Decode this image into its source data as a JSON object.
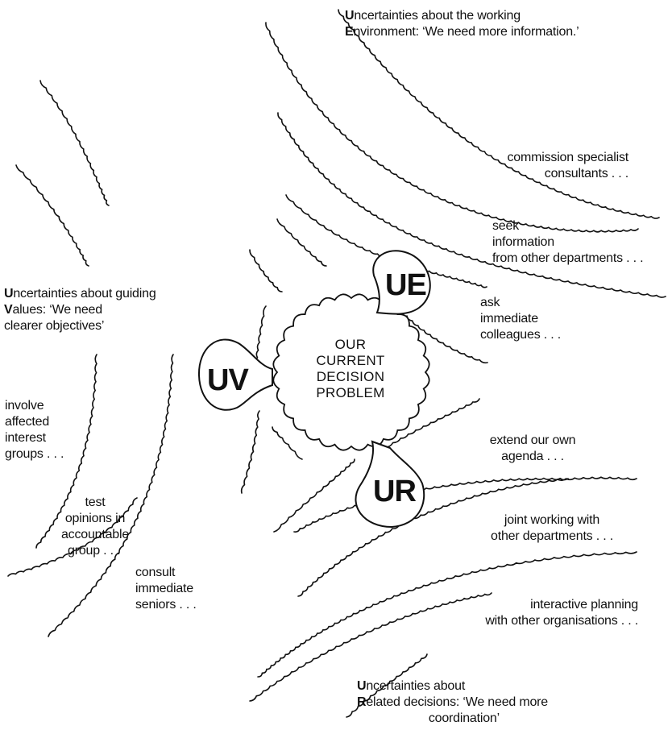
{
  "colors": {
    "ink": "#111111",
    "paper": "#ffffff"
  },
  "core": [
    "OUR",
    "CURRENT",
    "DECISION",
    "PROBLEM"
  ],
  "bubbles": {
    "ue": "UE",
    "uv": "UV",
    "ur": "UR"
  },
  "ue": {
    "heading": {
      "line1_first": "U",
      "line1_rest": "ncertainties about the working",
      "line2_first": "E",
      "line2_rest": "nvironment: ‘We need more information.’"
    },
    "options": [
      {
        "lines": [
          "commission specialist",
          "consultants . . ."
        ]
      },
      {
        "lines": [
          "seek",
          "information",
          "from other departments . . ."
        ]
      },
      {
        "lines": [
          "ask",
          "immediate",
          "colleagues . . ."
        ]
      }
    ]
  },
  "uv": {
    "heading": {
      "line1_first": "U",
      "line1_rest": "ncertainties about guiding",
      "line2_first": "V",
      "line2_rest": "alues: ‘We need",
      "line3": "clearer objectives’"
    },
    "options": [
      {
        "lines": [
          "involve",
          "affected",
          "interest",
          "groups . . ."
        ]
      },
      {
        "lines": [
          "test",
          "opinions in",
          "accountable",
          "group . . ."
        ]
      },
      {
        "lines": [
          "consult",
          "immediate",
          "seniors . . ."
        ]
      }
    ]
  },
  "ur": {
    "heading": {
      "line1_first": "U",
      "line1_rest": "ncertainties about",
      "line2_first": "R",
      "line2_rest": "elated decisions: ‘We need more",
      "line3": "coordination’"
    },
    "options": [
      {
        "lines": [
          "extend our own",
          "agenda . . ."
        ]
      },
      {
        "lines": [
          "joint working with",
          "other departments . . ."
        ]
      },
      {
        "lines": [
          "interactive planning",
          "with other organisations . . ."
        ]
      }
    ]
  }
}
